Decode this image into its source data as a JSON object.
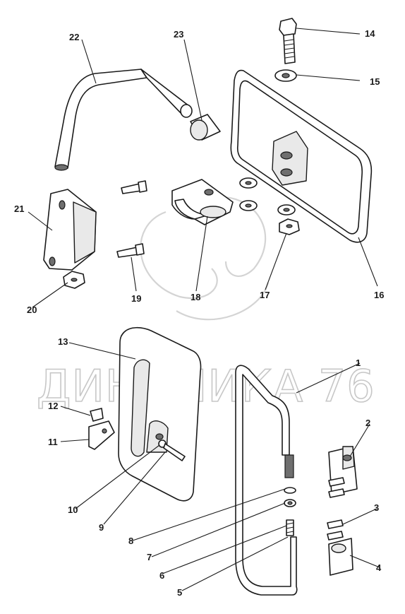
{
  "watermark": {
    "text": "ДИНАМИКА 76",
    "mark": "swirl-logo"
  },
  "callouts": [
    "1",
    "2",
    "3",
    "4",
    "5",
    "6",
    "7",
    "8",
    "9",
    "10",
    "11",
    "12",
    "13",
    "14",
    "15",
    "16",
    "17",
    "18",
    "19",
    "20",
    "21",
    "22",
    "23"
  ],
  "colors": {
    "line": "#1a1a1a",
    "watermark": "#c7c7c7",
    "background": "#ffffff"
  }
}
